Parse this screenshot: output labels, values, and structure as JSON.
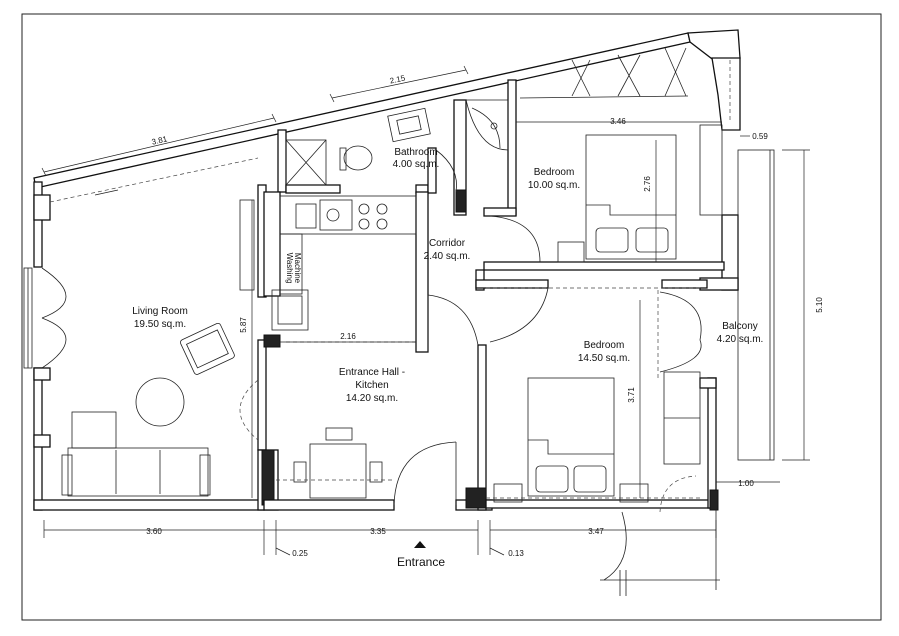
{
  "rooms": {
    "living_room": {
      "name": "Living Room",
      "area": "19.50 sq.m."
    },
    "bathroom": {
      "name": "Bathroom",
      "area": "4.00 sq.m."
    },
    "bedroom_1": {
      "name": "Bedroom",
      "area": "10.00 sq.m."
    },
    "corridor": {
      "name": "Corridor",
      "area": "2.40 sq.m."
    },
    "entrance_hall": {
      "name_line1": "Entrance Hall -",
      "name_line2": "Kitchen",
      "area": "14.20 sq.m."
    },
    "bedroom_2": {
      "name": "Bedroom",
      "area": "14.50 sq.m."
    },
    "balcony": {
      "name": "Balcony",
      "area": "4.20 sq.m."
    }
  },
  "appliances": {
    "washing_line1": "Washing",
    "washing_line2": "Machine"
  },
  "dimensions": {
    "top_left": "3.81",
    "top_mid": "2.15",
    "bed1_width": "3.46",
    "bed1_height": "2.76",
    "balcony_gap": "0.59",
    "balcony_height": "5.10",
    "living_height": "5.87",
    "hall_width": "2.16",
    "bed2_height": "3.71",
    "balcony_depth": "1.00",
    "bottom_left": "3.60",
    "wall_left": "0.25",
    "bottom_mid": "3.35",
    "wall_right": "0.13",
    "bottom_right": "3.47"
  },
  "entrance": {
    "label": "Entrance"
  }
}
